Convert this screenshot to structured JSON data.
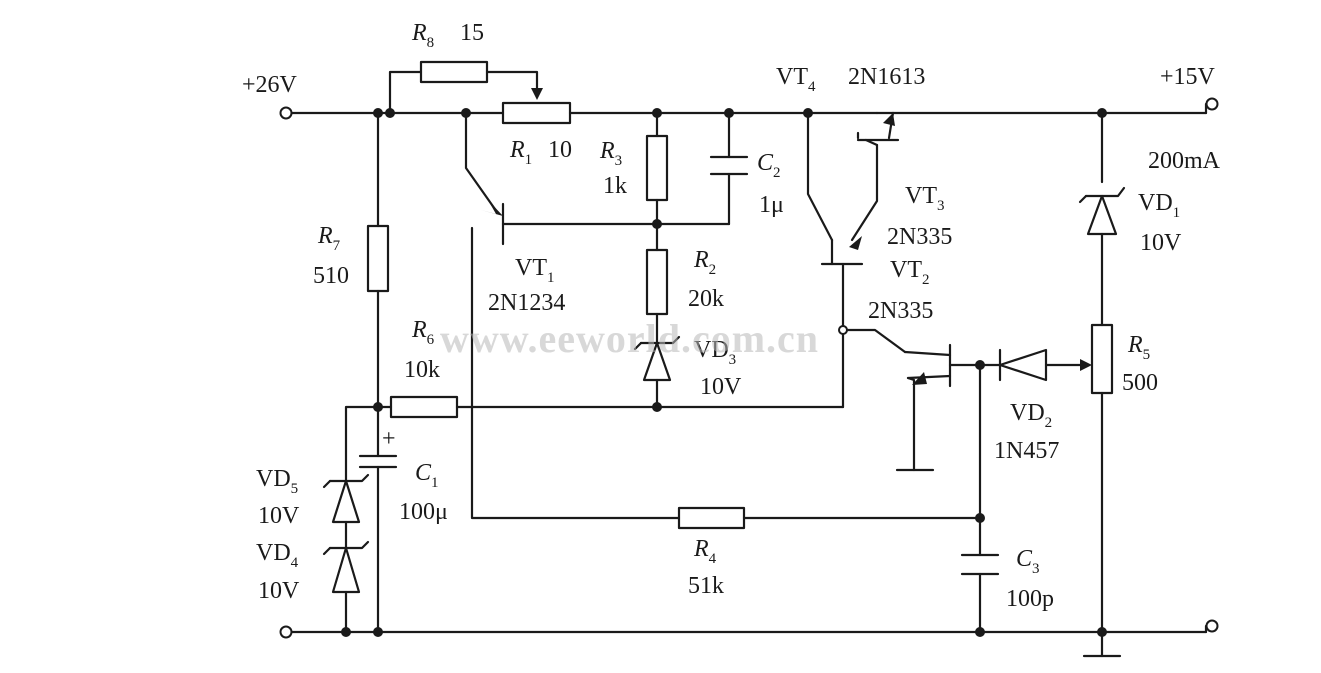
{
  "watermark": "www.eeworld.com.cn",
  "terminals": {
    "input_voltage": "+26V",
    "output_voltage": "+15V",
    "output_current": "200mA"
  },
  "components": {
    "R1": {
      "ref": "R",
      "sub": "1",
      "value": "10"
    },
    "R2": {
      "ref": "R",
      "sub": "2",
      "value": "20k"
    },
    "R3": {
      "ref": "R",
      "sub": "3",
      "value": "1k"
    },
    "R4": {
      "ref": "R",
      "sub": "4",
      "value": "51k"
    },
    "R5": {
      "ref": "R",
      "sub": "5",
      "value": "500"
    },
    "R6": {
      "ref": "R",
      "sub": "6",
      "value": "10k"
    },
    "R7": {
      "ref": "R",
      "sub": "7",
      "value": "510"
    },
    "R8": {
      "ref": "R",
      "sub": "8",
      "value": "15"
    },
    "C1": {
      "ref": "C",
      "sub": "1",
      "value": "100μ",
      "polarity": "+"
    },
    "C2": {
      "ref": "C",
      "sub": "2",
      "value": "1μ"
    },
    "C3": {
      "ref": "C",
      "sub": "3",
      "value": "100p"
    },
    "VT1": {
      "ref": "VT",
      "sub": "1",
      "part": "2N1234"
    },
    "VT2": {
      "ref": "VT",
      "sub": "2",
      "part": "2N335"
    },
    "VT3": {
      "ref": "VT",
      "sub": "3",
      "part": "2N335"
    },
    "VT4": {
      "ref": "VT",
      "sub": "4",
      "part": "2N1613"
    },
    "VD1": {
      "ref": "VD",
      "sub": "1",
      "value": "10V"
    },
    "VD2": {
      "ref": "VD",
      "sub": "2",
      "part": "1N457"
    },
    "VD3": {
      "ref": "VD",
      "sub": "3",
      "value": "10V"
    },
    "VD4": {
      "ref": "VD",
      "sub": "4",
      "value": "10V"
    },
    "VD5": {
      "ref": "VD",
      "sub": "5",
      "value": "10V"
    }
  }
}
